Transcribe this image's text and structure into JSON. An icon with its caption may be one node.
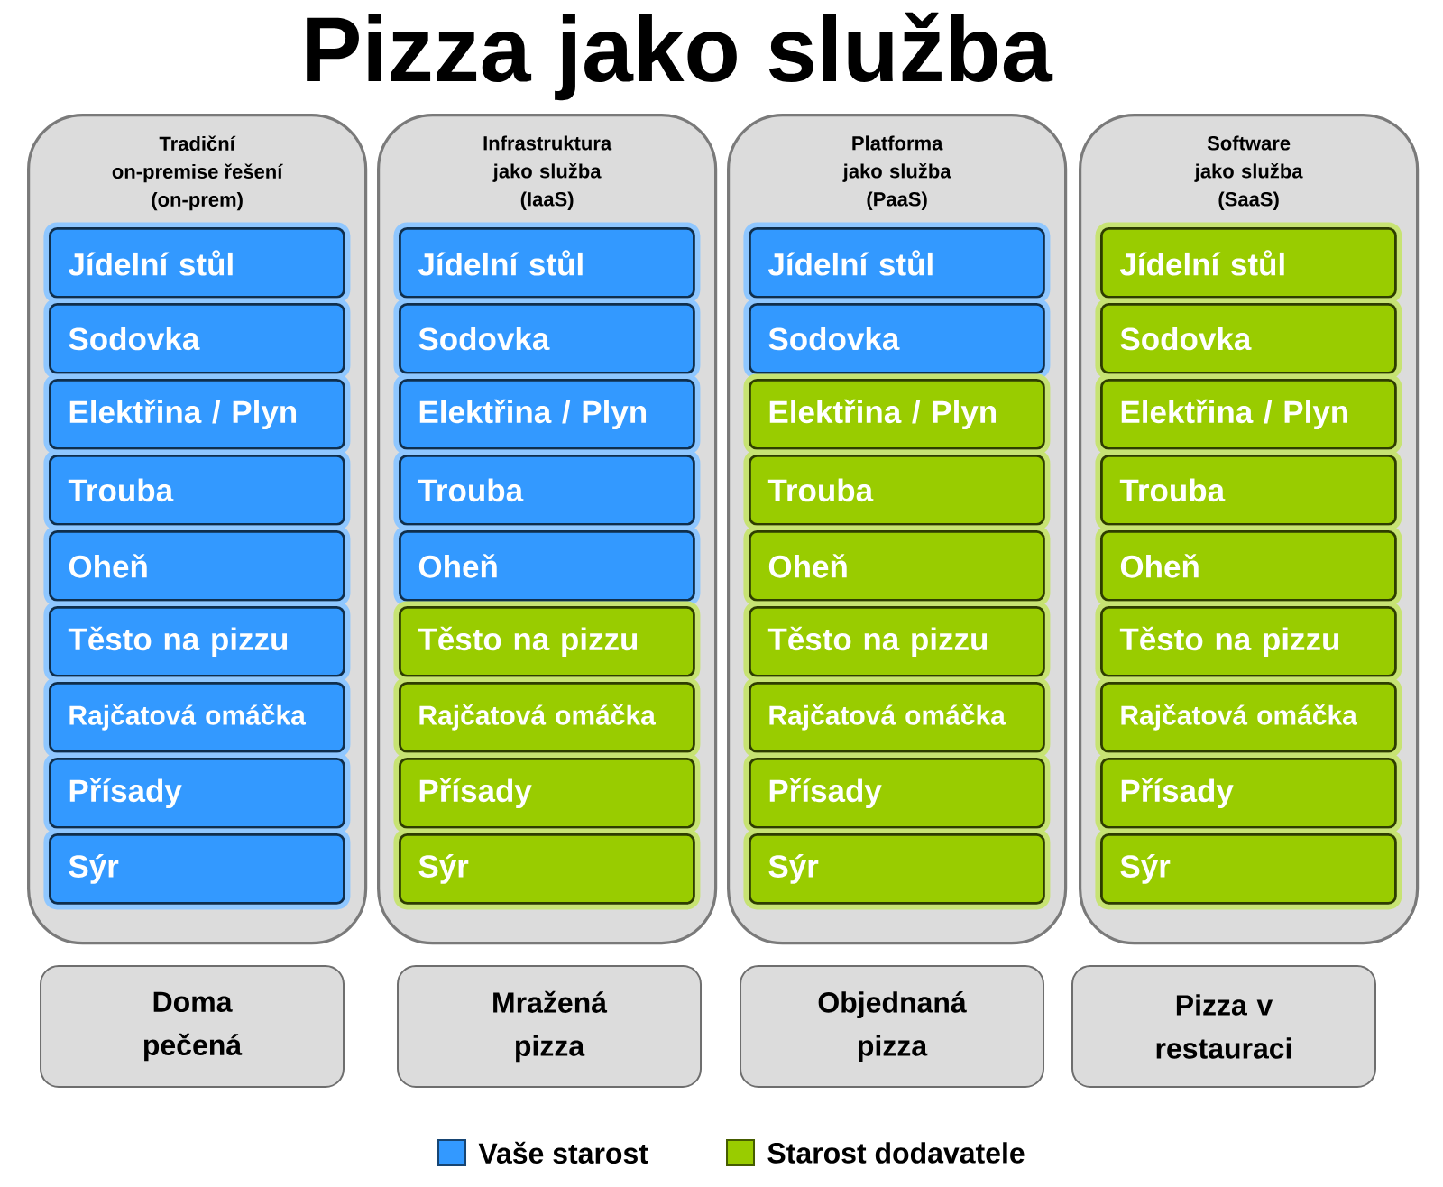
{
  "diagram": {
    "title": "Pizza jako služba",
    "nodes": [
      {
        "text": [
          "Tradiční on-premise řešení (on-prem)"
        ]
      },
      {
        "text": [
          "Jídelní stůl"
        ],
        "in": 0
      },
      {
        "text": [
          "Sodovka"
        ],
        "in": 0
      },
      {
        "text": [
          "Elektřina / Plyn"
        ],
        "in": 0
      },
      {
        "text": [
          "Trouba"
        ],
        "in": 0
      },
      {
        "text": [
          "Oheň"
        ],
        "in": 0
      },
      {
        "text": [
          "Těsto na pizzu"
        ],
        "in": 0
      },
      {
        "text": [
          "Rajčatová omáčka"
        ],
        "in": 0
      },
      {
        "text": [
          "Přísady"
        ],
        "in": 0
      },
      {
        "text": [
          "Sýr"
        ],
        "in": 0
      },
      {
        "text": [
          "Infrastruktura jako služba (IaaS)"
        ]
      },
      {
        "text": [
          "Jídelní stůl"
        ],
        "in": 10
      },
      {
        "text": [
          "Sodovka"
        ],
        "in": 10
      },
      {
        "text": [
          "Elektřina / Plyn"
        ],
        "in": 10
      },
      {
        "text": [
          "Trouba"
        ],
        "in": 10
      },
      {
        "text": [
          "Oheň"
        ],
        "in": 10
      },
      {
        "text": [
          "Těsto na pizzu"
        ],
        "in": 10
      },
      {
        "text": [
          "Rajčatová omáčka"
        ],
        "in": 10
      },
      {
        "text": [
          "Přísady"
        ],
        "in": 10
      },
      {
        "text": [
          "Sýr"
        ],
        "in": 10
      },
      {
        "text": [
          "Platforma jako služba (PaaS)"
        ]
      },
      {
        "text": [
          "Jídelní stůl"
        ],
        "in": 20
      },
      {
        "text": [
          "Sodovka"
        ],
        "in": 20
      },
      {
        "text": [
          "Elektřina / Plyn"
        ],
        "in": 20
      },
      {
        "text": [
          "Trouba"
        ],
        "in": 20
      },
      {
        "text": [
          "Oheň"
        ],
        "in": 20
      },
      {
        "text": [
          "Těsto na pizzu"
        ],
        "in": 20
      },
      {
        "text": [
          "Rajčatová omáčka"
        ],
        "in": 20
      },
      {
        "text": [
          "Přísady"
        ],
        "in": 20
      },
      {
        "text": [
          "Sýr"
        ],
        "in": 20
      },
      {
        "text": [
          "Software jako služba (SaaS)"
        ]
      },
      {
        "text": [
          "Jídelní stůl"
        ],
        "in": 30
      },
      {
        "text": [
          "Sodovka"
        ],
        "in": 30
      },
      {
        "text": [
          "Elektřina / Plyn"
        ],
        "in": 30
      },
      {
        "text": [
          "Trouba"
        ],
        "in": 30
      },
      {
        "text": [
          "Oheň"
        ],
        "in": 30
      },
      {
        "text": [
          "Těsto na pizzu"
        ],
        "in": 30
      },
      {
        "text": [
          "Rajčatová omáčka"
        ],
        "in": 30
      },
      {
        "text": [
          "Přísady"
        ],
        "in": 30
      },
      {
        "text": [
          "Sýr"
        ],
        "in": 30
      },
      {
        "text": [
          "Doma pečená"
        ]
      },
      {
        "text": [
          "Mražená pizza"
        ]
      },
      {
        "text": [
          "Objednaná pizza"
        ]
      },
      {
        "text": [
          "Pizza v restauraci"
        ]
      }
    ],
    "legend": [
      {
        "text": "Vaše starost",
        "color": "#3399ff"
      },
      {
        "text": "Starost dodavatele",
        "color": "#99cc00"
      }
    ]
  }
}
